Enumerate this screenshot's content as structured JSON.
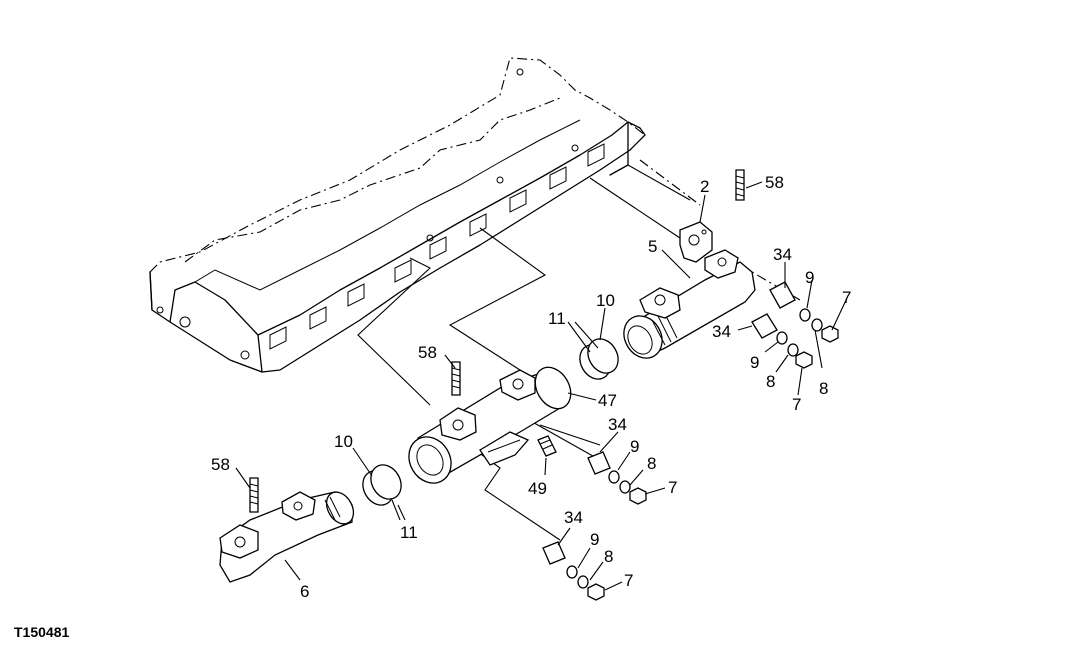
{
  "figure_id": "T150481",
  "callouts": [
    {
      "id": "c2",
      "label": "2"
    },
    {
      "id": "c58a",
      "label": "58"
    },
    {
      "id": "c5",
      "label": "5"
    },
    {
      "id": "c34a",
      "label": "34"
    },
    {
      "id": "c9a",
      "label": "9"
    },
    {
      "id": "c7a",
      "label": "7"
    },
    {
      "id": "c11a",
      "label": "11"
    },
    {
      "id": "c10a",
      "label": "10"
    },
    {
      "id": "c34b",
      "label": "34"
    },
    {
      "id": "c9b",
      "label": "9"
    },
    {
      "id": "c8a",
      "label": "8"
    },
    {
      "id": "c8b",
      "label": "8"
    },
    {
      "id": "c7b",
      "label": "7"
    },
    {
      "id": "c58b",
      "label": "58"
    },
    {
      "id": "c47",
      "label": "47"
    },
    {
      "id": "c34c",
      "label": "34"
    },
    {
      "id": "c9c",
      "label": "9"
    },
    {
      "id": "c8c",
      "label": "8"
    },
    {
      "id": "c7c",
      "label": "7"
    },
    {
      "id": "c49",
      "label": "49"
    },
    {
      "id": "c10b",
      "label": "10"
    },
    {
      "id": "c11b",
      "label": "11"
    },
    {
      "id": "c58c",
      "label": "58"
    },
    {
      "id": "c6",
      "label": "6"
    },
    {
      "id": "c34d",
      "label": "34"
    },
    {
      "id": "c9d",
      "label": "9"
    },
    {
      "id": "c8d",
      "label": "8"
    },
    {
      "id": "c7d",
      "label": "7"
    }
  ]
}
